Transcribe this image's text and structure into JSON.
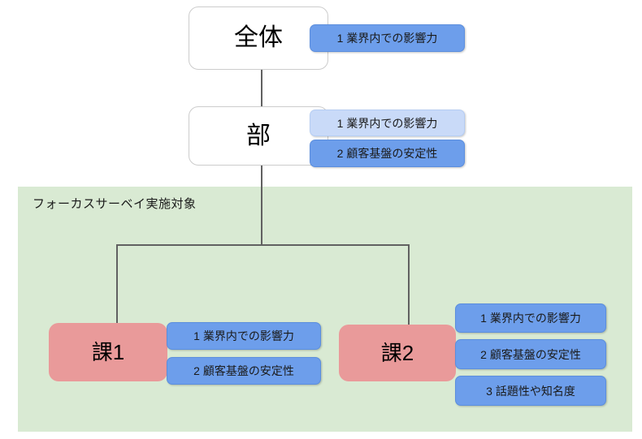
{
  "diagram": {
    "title_region": "フォーカスサーベイ実施対象",
    "colors": {
      "region_background": "#d9ead3",
      "badge_primary": "#6d9eeb",
      "badge_secondary": "#c9daf8",
      "node_section": "#e99a9a",
      "node_default": "#ffffff",
      "node_border": "#cccccc",
      "connector": "#616161"
    },
    "nodes": [
      {
        "id": "zentai",
        "label": "全体",
        "style": "white",
        "badges": [
          {
            "label": "1 業界内での影響力",
            "style": "dark"
          }
        ]
      },
      {
        "id": "bu",
        "label": "部",
        "style": "white",
        "badges": [
          {
            "label": "1 業界内での影響力",
            "style": "light"
          },
          {
            "label": "2 顧客基盤の安定性",
            "style": "dark"
          }
        ]
      },
      {
        "id": "ka1",
        "label": "課1",
        "style": "pink",
        "badges": [
          {
            "label": "1 業界内での影響力",
            "style": "dark"
          },
          {
            "label": "2 顧客基盤の安定性",
            "style": "dark"
          }
        ]
      },
      {
        "id": "ka2",
        "label": "課2",
        "style": "pink",
        "badges": [
          {
            "label": "1 業界内での影響力",
            "style": "dark"
          },
          {
            "label": "2 顧客基盤の安定性",
            "style": "dark"
          },
          {
            "label": "3 話題性や知名度",
            "style": "dark"
          }
        ]
      }
    ]
  }
}
